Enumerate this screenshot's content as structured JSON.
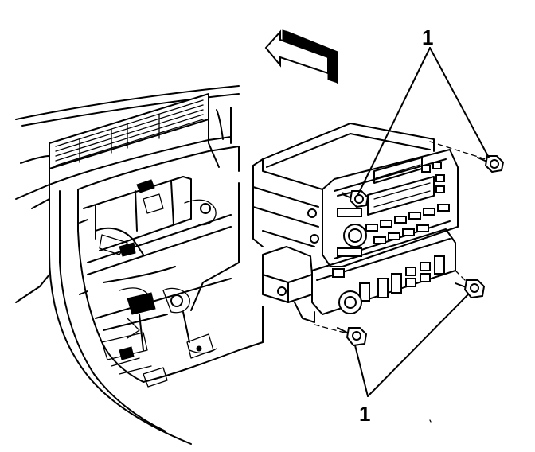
{
  "diagram": {
    "callouts": [
      {
        "id": "top",
        "label": "1"
      },
      {
        "id": "bottom",
        "label": "1"
      }
    ],
    "icons": [
      "direction-arrow-icon",
      "bolt-icon"
    ],
    "colors": {
      "ink": "#000000",
      "paper": "#ffffff"
    }
  }
}
